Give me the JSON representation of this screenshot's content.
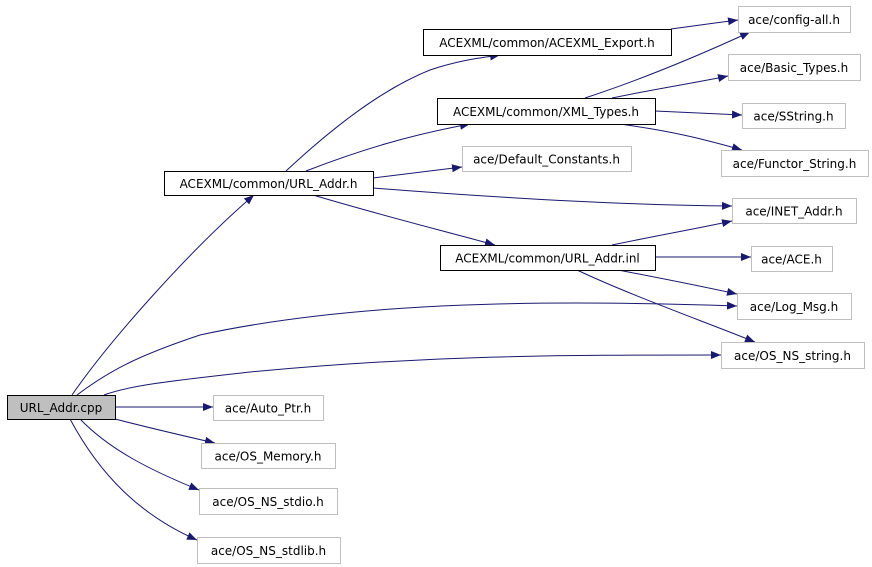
{
  "diagram": {
    "type": "include-dependency-graph",
    "colors": {
      "edge": "#191970",
      "root_fill": "#bfbfbf",
      "internal_border": "#000000",
      "leaf_border": "#bfbfbf"
    },
    "nodes": [
      {
        "id": "url_addr_cpp",
        "label": "URL_Addr.cpp",
        "kind": "root"
      },
      {
        "id": "url_addr_h",
        "label": "ACEXML/common/URL_Addr.h",
        "kind": "internal"
      },
      {
        "id": "acexml_export_h",
        "label": "ACEXML/common/ACEXML_Export.h",
        "kind": "internal"
      },
      {
        "id": "xml_types_h",
        "label": "ACEXML/common/XML_Types.h",
        "kind": "internal"
      },
      {
        "id": "default_constants_h",
        "label": "ace/Default_Constants.h",
        "kind": "leaf"
      },
      {
        "id": "url_addr_inl",
        "label": "ACEXML/common/URL_Addr.inl",
        "kind": "internal"
      },
      {
        "id": "config_all_h",
        "label": "ace/config-all.h",
        "kind": "leaf"
      },
      {
        "id": "basic_types_h",
        "label": "ace/Basic_Types.h",
        "kind": "leaf"
      },
      {
        "id": "sstring_h",
        "label": "ace/SString.h",
        "kind": "leaf"
      },
      {
        "id": "functor_string_h",
        "label": "ace/Functor_String.h",
        "kind": "leaf"
      },
      {
        "id": "inet_addr_h",
        "label": "ace/INET_Addr.h",
        "kind": "leaf"
      },
      {
        "id": "ace_h",
        "label": "ace/ACE.h",
        "kind": "leaf"
      },
      {
        "id": "log_msg_h",
        "label": "ace/Log_Msg.h",
        "kind": "leaf"
      },
      {
        "id": "os_ns_string_h",
        "label": "ace/OS_NS_string.h",
        "kind": "leaf"
      },
      {
        "id": "auto_ptr_h",
        "label": "ace/Auto_Ptr.h",
        "kind": "leaf"
      },
      {
        "id": "os_memory_h",
        "label": "ace/OS_Memory.h",
        "kind": "leaf"
      },
      {
        "id": "os_ns_stdio_h",
        "label": "ace/OS_NS_stdio.h",
        "kind": "leaf"
      },
      {
        "id": "os_ns_stdlib_h",
        "label": "ace/OS_NS_stdlib.h",
        "kind": "leaf"
      }
    ],
    "edges": [
      {
        "from": "url_addr_cpp",
        "to": "url_addr_h"
      },
      {
        "from": "url_addr_cpp",
        "to": "log_msg_h"
      },
      {
        "from": "url_addr_cpp",
        "to": "os_ns_string_h"
      },
      {
        "from": "url_addr_cpp",
        "to": "auto_ptr_h"
      },
      {
        "from": "url_addr_cpp",
        "to": "os_memory_h"
      },
      {
        "from": "url_addr_cpp",
        "to": "os_ns_stdio_h"
      },
      {
        "from": "url_addr_cpp",
        "to": "os_ns_stdlib_h"
      },
      {
        "from": "url_addr_h",
        "to": "acexml_export_h"
      },
      {
        "from": "url_addr_h",
        "to": "xml_types_h"
      },
      {
        "from": "url_addr_h",
        "to": "default_constants_h"
      },
      {
        "from": "url_addr_h",
        "to": "inet_addr_h"
      },
      {
        "from": "url_addr_h",
        "to": "url_addr_inl"
      },
      {
        "from": "acexml_export_h",
        "to": "config_all_h"
      },
      {
        "from": "xml_types_h",
        "to": "config_all_h"
      },
      {
        "from": "xml_types_h",
        "to": "basic_types_h"
      },
      {
        "from": "xml_types_h",
        "to": "sstring_h"
      },
      {
        "from": "xml_types_h",
        "to": "functor_string_h"
      },
      {
        "from": "url_addr_inl",
        "to": "inet_addr_h"
      },
      {
        "from": "url_addr_inl",
        "to": "ace_h"
      },
      {
        "from": "url_addr_inl",
        "to": "log_msg_h"
      },
      {
        "from": "url_addr_inl",
        "to": "os_ns_string_h"
      }
    ]
  }
}
